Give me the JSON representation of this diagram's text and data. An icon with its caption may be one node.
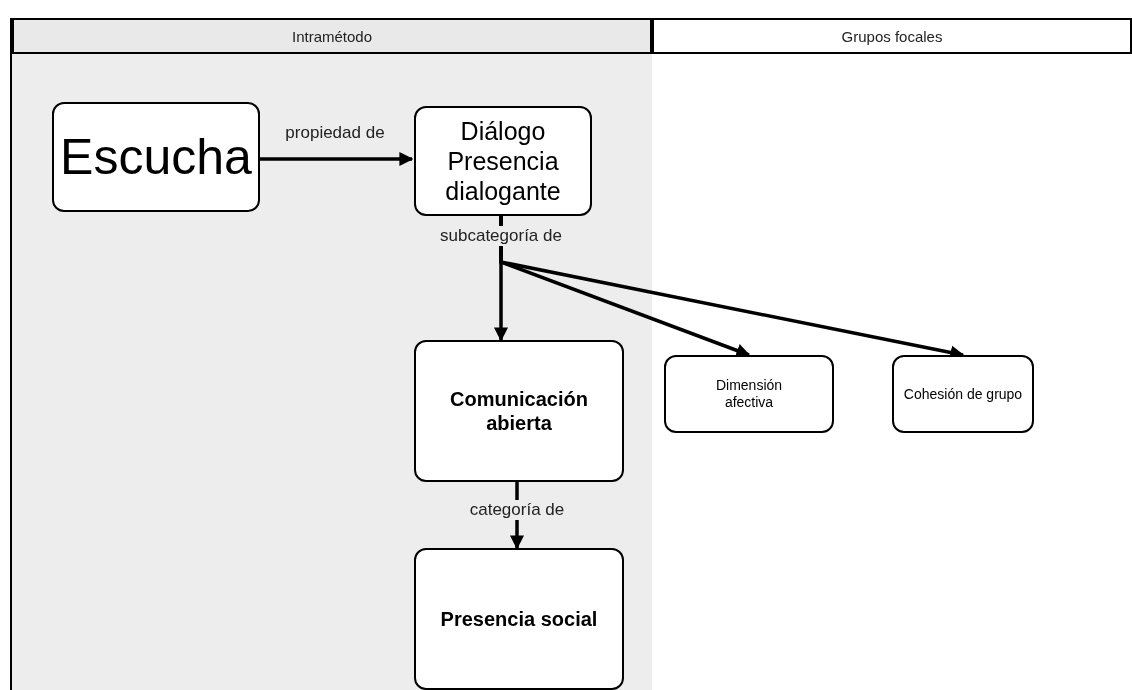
{
  "diagram": {
    "nodes": [
      {
        "text": [
          "Intramétodo"
        ]
      },
      {
        "text": [
          "Grupos focales"
        ]
      },
      {
        "text": [
          "Escucha"
        ],
        "in": 0
      },
      {
        "text": [
          "Diálogo Presencia dialogante"
        ],
        "in": 0
      },
      {
        "text": [
          "Comunicación abierta"
        ],
        "in": 0
      },
      {
        "text": [
          "Dimensión afectiva"
        ],
        "in": 1
      },
      {
        "text": [
          "Cohesión de grupo"
        ],
        "in": 1
      },
      {
        "text": [
          "Presencia social"
        ],
        "in": 0
      }
    ],
    "edges": [
      {
        "from": 2,
        "to": 3,
        "arrow": "to",
        "label": "propiedad de"
      },
      {
        "from": 3,
        "to": 4,
        "arrow": "to",
        "label": "subcategoría de"
      },
      {
        "from": 3,
        "to": 5,
        "arrow": "to"
      },
      {
        "from": 3,
        "to": 6,
        "arrow": "to"
      },
      {
        "from": 4,
        "to": 7,
        "arrow": "to",
        "label": "categoría de"
      }
    ]
  }
}
